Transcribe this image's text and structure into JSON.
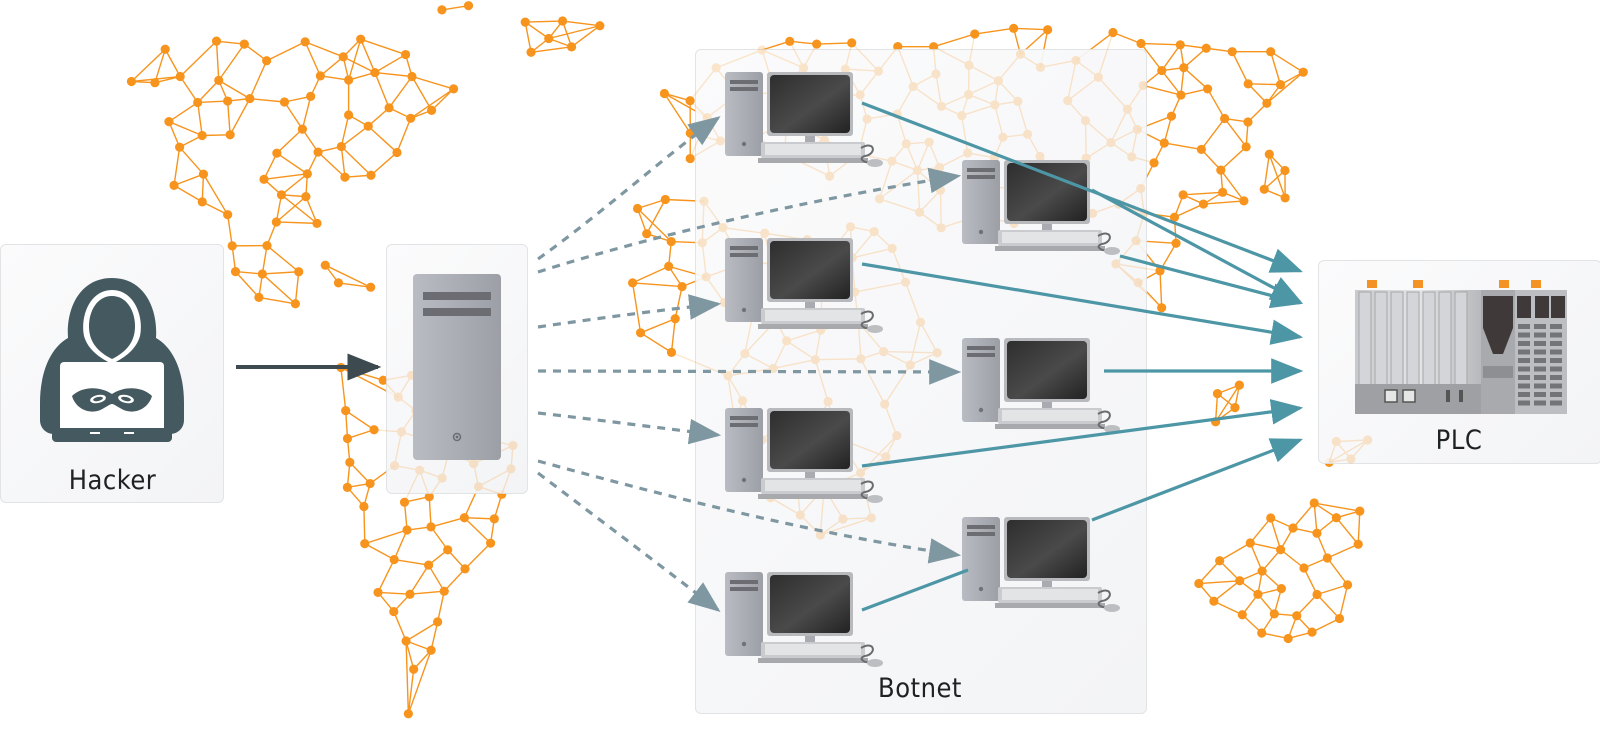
{
  "diagram": {
    "type": "attack-flow",
    "description": "Hacker controls a command server that directs a botnet of compromised PCs to attack a PLC",
    "nodes": {
      "hacker": {
        "label": "Hacker",
        "icon": "hooded-hacker-laptop-icon"
      },
      "command_server": {
        "label": "",
        "icon": "server-tower-icon"
      },
      "botnet": {
        "label": "Botnet",
        "members": 7,
        "icon": "desktop-computer-icon"
      },
      "plc": {
        "label": "PLC",
        "icon": "plc-rack-icon"
      }
    },
    "edges": [
      {
        "from": "hacker",
        "to": "command_server",
        "style": "solid",
        "color": "#3d4a50"
      },
      {
        "from": "command_server",
        "to": "bot-1",
        "style": "dashed",
        "color": "#7f97a1"
      },
      {
        "from": "command_server",
        "to": "bot-2",
        "style": "dashed",
        "color": "#7f97a1"
      },
      {
        "from": "command_server",
        "to": "bot-3",
        "style": "dashed",
        "color": "#7f97a1"
      },
      {
        "from": "command_server",
        "to": "bot-4",
        "style": "dashed",
        "color": "#7f97a1"
      },
      {
        "from": "command_server",
        "to": "bot-5",
        "style": "dashed",
        "color": "#7f97a1"
      },
      {
        "from": "command_server",
        "to": "bot-6",
        "style": "dashed",
        "color": "#7f97a1"
      },
      {
        "from": "command_server",
        "to": "bot-7",
        "style": "dashed",
        "color": "#7f97a1"
      },
      {
        "from": "bot-1",
        "to": "plc",
        "style": "solid",
        "color": "#4d96a6"
      },
      {
        "from": "bot-2",
        "to": "plc",
        "style": "solid",
        "color": "#4d96a6"
      },
      {
        "from": "bot-3",
        "to": "plc",
        "style": "solid",
        "color": "#4d96a6"
      },
      {
        "from": "bot-4",
        "to": "plc",
        "style": "solid",
        "color": "#4d96a6"
      },
      {
        "from": "bot-5",
        "to": "plc",
        "style": "solid",
        "color": "#4d96a6"
      },
      {
        "from": "bot-6",
        "to": "plc",
        "style": "solid",
        "color": "#4d96a6"
      },
      {
        "from": "bot-7",
        "to": "plc",
        "style": "solid",
        "color": "#4d96a6"
      }
    ]
  },
  "colors": {
    "map_network": "#f7941d",
    "icon_dark": "#455a60",
    "command_arrow": "#3d4a50",
    "botnet_command_arrow": "#7f97a1",
    "attack_arrow": "#4d96a6",
    "plc_accent": "#f39325"
  },
  "background": {
    "theme": "world-map-network-mesh",
    "node_color": "#f7941d"
  }
}
